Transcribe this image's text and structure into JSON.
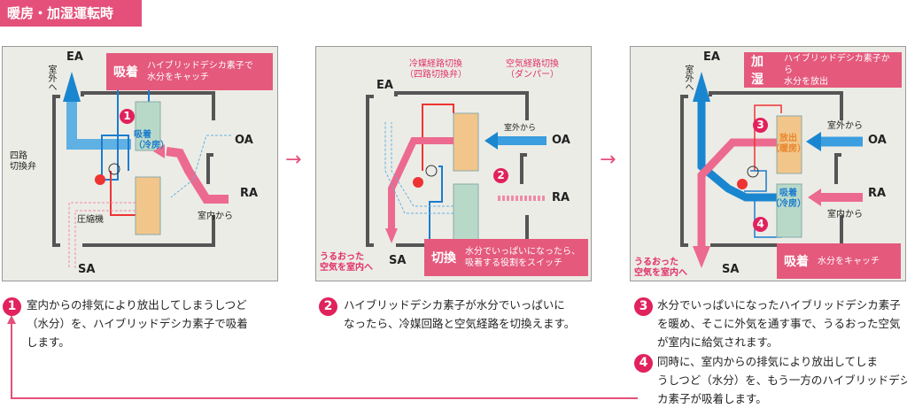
{
  "title": "暖房・加湿運転時",
  "panels": [
    {
      "callout": {
        "key": "吸着",
        "desc1": "ハイブリッドデシカ素子で",
        "desc2": "水分をキャッチ"
      },
      "ea": "EA",
      "oa": "OA",
      "ra": "RA",
      "sa": "SA",
      "outside": "室外へ",
      "valve1": "四路",
      "valve2": "切換弁",
      "compressor": "圧縮機",
      "from_inside": "室内から",
      "element1": "吸着",
      "element2": "（冷房）",
      "step": "1"
    },
    {
      "ea": "EA",
      "oa": "OA",
      "ra": "RA",
      "sa": "SA",
      "refrigerant1": "冷媒経路切換",
      "refrigerant2": "（四路切換弁）",
      "air1": "空気経路切換",
      "air2": "（ダンパー）",
      "from_outside": "室外から",
      "humid1": "うるおった",
      "humid2": "空気を室内へ",
      "step": "2",
      "callout": {
        "key": "切換",
        "desc1": "水分でいっぱいになったら、",
        "desc2": "吸着する役割をスイッチ"
      }
    },
    {
      "callout": {
        "key": "加湿",
        "desc1": "ハイブリッドデシカ素子から",
        "desc2": "水分を放出"
      },
      "callout2": {
        "key": "吸着",
        "desc1": "水分をキャッチ"
      },
      "ea": "EA",
      "oa": "OA",
      "ra": "RA",
      "sa": "SA",
      "outside": "室外へ",
      "from_outside": "室外から",
      "from_inside": "室内から",
      "release1": "放出",
      "release2": "（暖房）",
      "adsorb1": "吸着",
      "adsorb2": "（冷房）",
      "humid1": "うるおった",
      "humid2": "空気を室内へ",
      "step3": "3",
      "step4": "4"
    }
  ],
  "arrows": [
    "→",
    "→"
  ],
  "steps": [
    {
      "num": "1",
      "lines": [
        "室内からの排気により放出してしまうしつど",
        "（水分）を、ハイブリッドデシカ素子で吸着",
        "します。"
      ]
    },
    {
      "num": "2",
      "lines": [
        "ハイブリッドデシカ素子が水分でいっぱいに",
        "なったら、冷媒回路と空気経路を切換えます。"
      ]
    },
    {
      "num": "3",
      "lines": [
        "水分でいっぱいになったハイブリッドデシカ素子",
        "を暖め、そこに外気を通す事で、うるおった空気",
        "が室内に給気されます。"
      ]
    },
    {
      "num": "4",
      "lines": [
        "同時に、室内からの排気により放出してしま",
        "うしつど（水分）を、もう一方のハイブリッドデシ",
        "カ素子が吸着します。"
      ]
    }
  ],
  "colors": {
    "accent": "#e4507a",
    "blue": "#1b7ccf",
    "panel": "#ecece6"
  }
}
